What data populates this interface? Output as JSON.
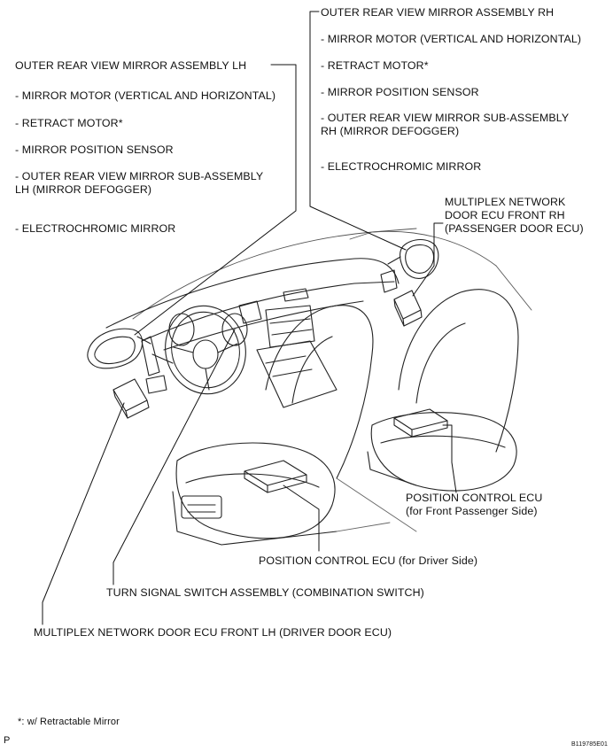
{
  "rh": {
    "title": "OUTER REAR VIEW MIRROR ASSEMBLY RH",
    "items": [
      "- MIRROR MOTOR (VERTICAL AND HORIZONTAL)",
      "- RETRACT MOTOR*",
      "- MIRROR POSITION SENSOR",
      "- OUTER REAR VIEW MIRROR SUB-ASSEMBLY\nRH (MIRROR DEFOGGER)",
      "- ELECTROCHROMIC MIRROR"
    ]
  },
  "lh": {
    "title": "OUTER REAR VIEW MIRROR ASSEMBLY LH",
    "items": [
      "- MIRROR MOTOR (VERTICAL AND HORIZONTAL)",
      "- RETRACT MOTOR*",
      "- MIRROR POSITION SENSOR",
      "- OUTER REAR VIEW MIRROR SUB-ASSEMBLY\nLH (MIRROR DEFOGGER)",
      "- ELECTROCHROMIC MIRROR"
    ]
  },
  "callouts": {
    "door_ecu_rh": "MULTIPLEX NETWORK\nDOOR ECU FRONT RH\n(PASSENGER DOOR ECU)",
    "position_ecu_passenger": "POSITION CONTROL ECU\n(for Front Passenger Side)",
    "position_ecu_driver": "POSITION CONTROL ECU (for Driver Side)",
    "turn_signal_switch": "TURN SIGNAL SWITCH ASSEMBLY (COMBINATION SWITCH)",
    "door_ecu_lh": "MULTIPLEX NETWORK DOOR ECU FRONT LH (DRIVER DOOR ECU)"
  },
  "footnote": "*: w/ Retractable Mirror",
  "corner_mark": "P",
  "figure_code": "B119785E01"
}
